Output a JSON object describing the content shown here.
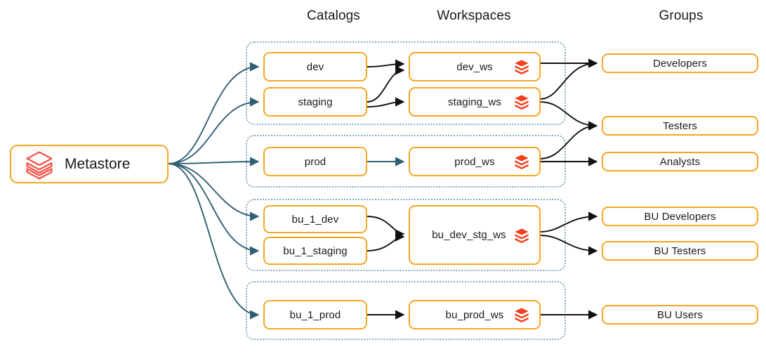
{
  "diagram": {
    "title": "Metastore to Catalogs to Workspaces to Groups mapping",
    "colors": {
      "node_border": "#f5a623",
      "container_border": "#8aa7bb",
      "metastore_icon": "#f4564a",
      "workspace_icon": "#f5401f",
      "edge_teal": "#2e5f73",
      "edge_black": "#111111",
      "text": "#1a1a1a",
      "background": "#ffffff"
    },
    "headers": [
      {
        "id": "catalogs",
        "label": "Catalogs"
      },
      {
        "id": "workspaces",
        "label": "Workspaces"
      },
      {
        "id": "groups",
        "label": "Groups"
      }
    ],
    "root": {
      "id": "metastore",
      "label": "Metastore",
      "icon": "databricks-outline-icon"
    },
    "catalogs": [
      {
        "id": "dev",
        "label": "dev"
      },
      {
        "id": "staging",
        "label": "staging"
      },
      {
        "id": "prod",
        "label": "prod"
      },
      {
        "id": "bu_1_dev",
        "label": "bu_1_dev"
      },
      {
        "id": "bu_1_staging",
        "label": "bu_1_staging"
      },
      {
        "id": "bu_1_prod",
        "label": "bu_1_prod"
      }
    ],
    "workspaces": [
      {
        "id": "dev_ws",
        "label": "dev_ws",
        "icon": "databricks-solid-icon"
      },
      {
        "id": "staging_ws",
        "label": "staging_ws",
        "icon": "databricks-solid-icon"
      },
      {
        "id": "prod_ws",
        "label": "prod_ws",
        "icon": "databricks-solid-icon"
      },
      {
        "id": "bu_dev_stg_ws",
        "label": "bu_dev_stg_ws",
        "icon": "databricks-solid-icon"
      },
      {
        "id": "bu_prod_ws",
        "label": "bu_prod_ws",
        "icon": "databricks-solid-icon"
      }
    ],
    "groups": [
      {
        "id": "developers",
        "label": "Developers"
      },
      {
        "id": "testers",
        "label": "Testers"
      },
      {
        "id": "analysts",
        "label": "Analysts"
      },
      {
        "id": "bu_developers",
        "label": "BU Developers"
      },
      {
        "id": "bu_testers",
        "label": "BU Testers"
      },
      {
        "id": "bu_users",
        "label": "BU Users"
      }
    ],
    "containers": [
      {
        "id": "env-dev-staging",
        "members": [
          "dev",
          "staging",
          "dev_ws",
          "staging_ws"
        ]
      },
      {
        "id": "env-prod",
        "members": [
          "prod",
          "prod_ws"
        ]
      },
      {
        "id": "env-bu-dev-stg",
        "members": [
          "bu_1_dev",
          "bu_1_staging",
          "bu_dev_stg_ws"
        ]
      },
      {
        "id": "env-bu-prod",
        "members": [
          "bu_1_prod",
          "bu_prod_ws"
        ]
      }
    ],
    "edges": [
      {
        "from": "metastore",
        "to": "dev",
        "style": "teal"
      },
      {
        "from": "metastore",
        "to": "staging",
        "style": "teal"
      },
      {
        "from": "metastore",
        "to": "prod",
        "style": "teal"
      },
      {
        "from": "metastore",
        "to": "bu_1_dev",
        "style": "teal"
      },
      {
        "from": "metastore",
        "to": "bu_1_staging",
        "style": "teal"
      },
      {
        "from": "metastore",
        "to": "bu_1_prod",
        "style": "teal"
      },
      {
        "from": "dev",
        "to": "dev_ws",
        "style": "black"
      },
      {
        "from": "staging",
        "to": "dev_ws",
        "style": "black"
      },
      {
        "from": "staging",
        "to": "staging_ws",
        "style": "black"
      },
      {
        "from": "prod",
        "to": "prod_ws",
        "style": "teal"
      },
      {
        "from": "bu_1_dev",
        "to": "bu_dev_stg_ws",
        "style": "black"
      },
      {
        "from": "bu_1_staging",
        "to": "bu_dev_stg_ws",
        "style": "black"
      },
      {
        "from": "bu_1_prod",
        "to": "bu_prod_ws",
        "style": "black"
      },
      {
        "from": "dev_ws",
        "to": "developers",
        "style": "black"
      },
      {
        "from": "staging_ws",
        "to": "developers",
        "style": "black"
      },
      {
        "from": "staging_ws",
        "to": "testers",
        "style": "black"
      },
      {
        "from": "prod_ws",
        "to": "testers",
        "style": "black"
      },
      {
        "from": "prod_ws",
        "to": "analysts",
        "style": "black"
      },
      {
        "from": "bu_dev_stg_ws",
        "to": "bu_developers",
        "style": "black"
      },
      {
        "from": "bu_dev_stg_ws",
        "to": "bu_testers",
        "style": "black"
      },
      {
        "from": "bu_prod_ws",
        "to": "bu_users",
        "style": "black"
      }
    ]
  }
}
